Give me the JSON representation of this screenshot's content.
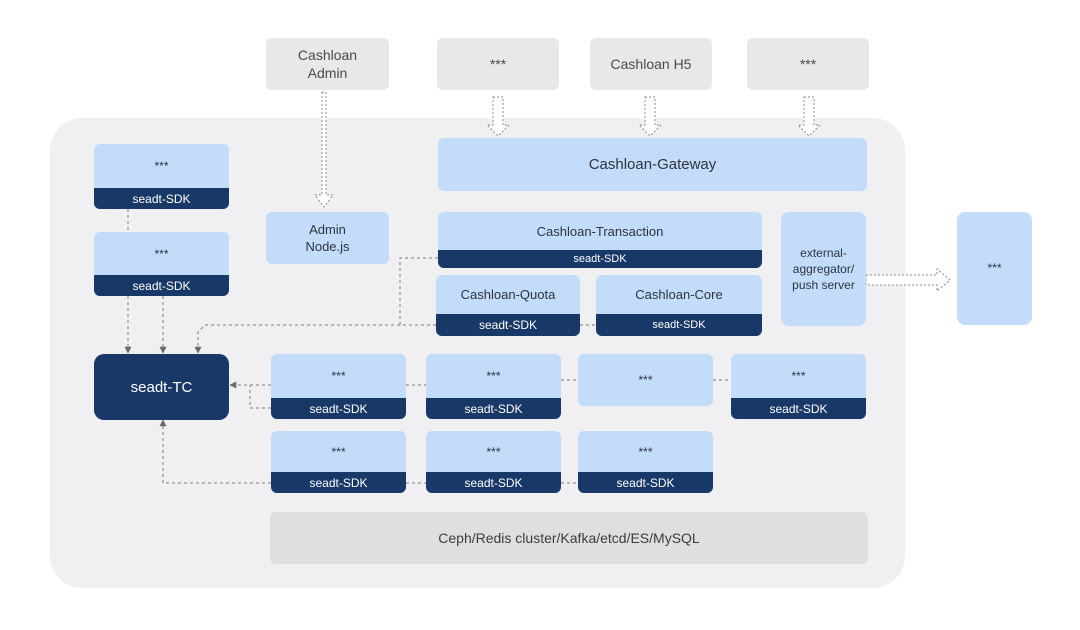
{
  "external": {
    "cashloan_admin": "Cashloan\nAdmin",
    "ext_2": "***",
    "cashloan_h5": "Cashloan H5",
    "ext_4": "***"
  },
  "gateway": "Cashloan-Gateway",
  "admin_nodejs": "Admin\nNode.js",
  "transaction": {
    "name": "Cashloan-Transaction",
    "sdk": "seadt-SDK"
  },
  "quota": {
    "name": "Cashloan-Quota",
    "sdk": "seadt-SDK"
  },
  "core": {
    "name": "Cashloan-Core",
    "sdk": "seadt-SDK"
  },
  "aggregator": "external-\naggregator/\npush server",
  "third_party": "***",
  "left_services": [
    {
      "name": "***",
      "sdk": "seadt-SDK"
    },
    {
      "name": "***",
      "sdk": "seadt-SDK"
    }
  ],
  "tc": "seadt-TC",
  "row1": [
    {
      "name": "***",
      "sdk": "seadt-SDK"
    },
    {
      "name": "***",
      "sdk": "seadt-SDK"
    },
    {
      "name": "***"
    },
    {
      "name": "***",
      "sdk": "seadt-SDK"
    }
  ],
  "row2": [
    {
      "name": "***",
      "sdk": "seadt-SDK"
    },
    {
      "name": "***",
      "sdk": "seadt-SDK"
    },
    {
      "name": "***",
      "sdk": "seadt-SDK"
    }
  ],
  "storage": "Ceph/Redis cluster/Kafka/etcd/ES/MySQL"
}
